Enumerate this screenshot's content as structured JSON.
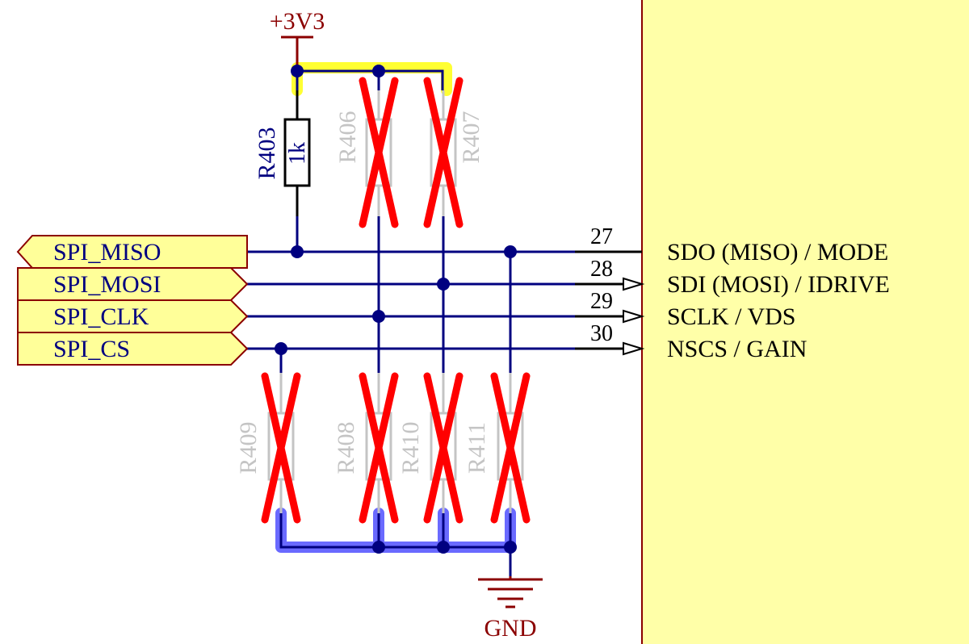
{
  "power": {
    "supply_label": "+3V3",
    "ground_label": "GND"
  },
  "resistor_fitted": {
    "ref": "R403",
    "value": "1k"
  },
  "resistors_not_fitted": {
    "top": [
      "R406",
      "R407"
    ],
    "bottom": [
      "R409",
      "R408",
      "R410",
      "R411"
    ]
  },
  "net_flags": [
    "SPI_MISO",
    "SPI_MOSI",
    "SPI_CLK",
    "SPI_CS"
  ],
  "ic_pins": [
    {
      "number": "27",
      "name": "SDO (MISO) / MODE"
    },
    {
      "number": "28",
      "name": "SDI (MOSI) / IDRIVE"
    },
    {
      "number": "29",
      "name": "SCLK / VDS"
    },
    {
      "number": "30",
      "name": "NSCS / GAIN"
    }
  ],
  "colors": {
    "wire": "#000080",
    "dnp_cross": "#ff0000",
    "supply_highlight": "#ffff33",
    "ground_highlight": "#6a6aff",
    "ic_body": "#ffffa8",
    "flag_fill": "#ffff99",
    "power_text": "#8b0000"
  }
}
